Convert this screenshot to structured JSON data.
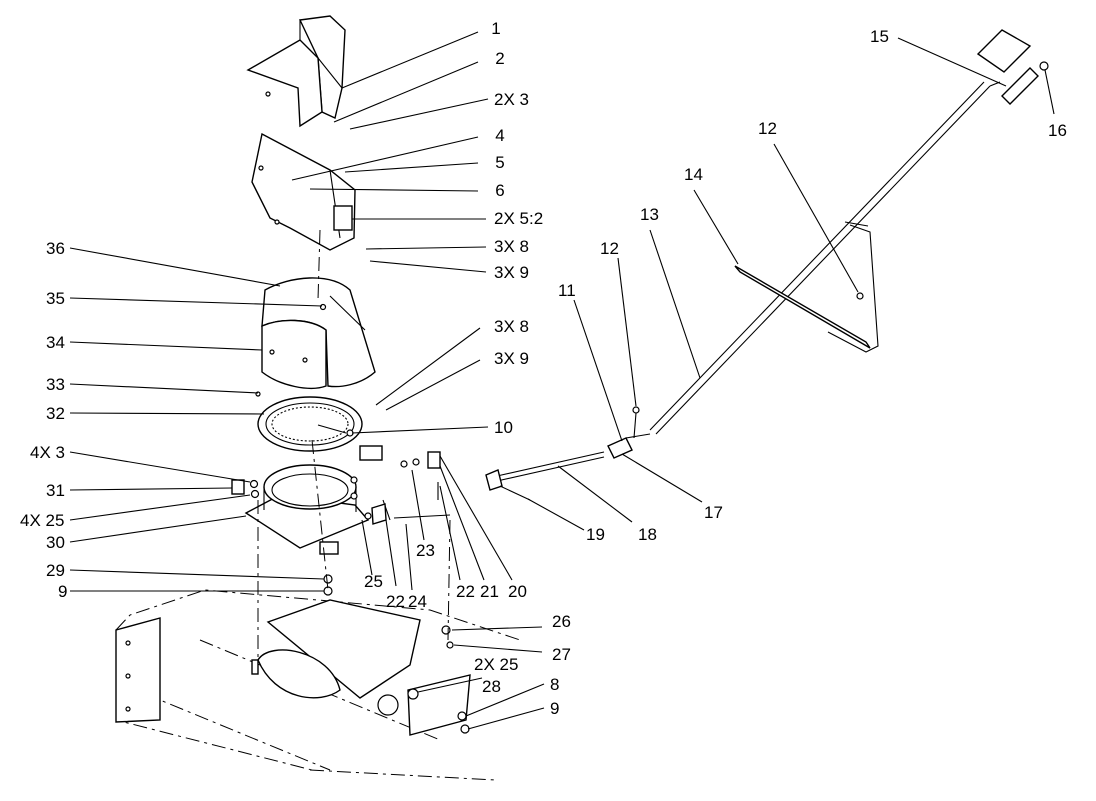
{
  "callouts": [
    {
      "id": "c1",
      "text": "1"
    },
    {
      "id": "c2",
      "text": "2"
    },
    {
      "id": "c3",
      "text": "2X 3"
    },
    {
      "id": "c4",
      "text": "4"
    },
    {
      "id": "c5",
      "text": "5"
    },
    {
      "id": "c6",
      "text": "6"
    },
    {
      "id": "c7",
      "text": "2X 5:2"
    },
    {
      "id": "c8",
      "text": "3X 8"
    },
    {
      "id": "c9",
      "text": "3X 9"
    },
    {
      "id": "c10",
      "text": "36"
    },
    {
      "id": "c11",
      "text": "35"
    },
    {
      "id": "c12",
      "text": "34"
    },
    {
      "id": "c13",
      "text": "3X 8"
    },
    {
      "id": "c14",
      "text": "3X 9"
    },
    {
      "id": "c15",
      "text": "33"
    },
    {
      "id": "c16",
      "text": "32"
    },
    {
      "id": "c17",
      "text": "10"
    },
    {
      "id": "c18",
      "text": "4X 3"
    },
    {
      "id": "c19",
      "text": "31"
    },
    {
      "id": "c20",
      "text": "4X 25"
    },
    {
      "id": "c21",
      "text": "30"
    },
    {
      "id": "c22",
      "text": "29"
    },
    {
      "id": "c23",
      "text": "9"
    },
    {
      "id": "c24",
      "text": "25"
    },
    {
      "id": "c25",
      "text": "22"
    },
    {
      "id": "c26",
      "text": "24"
    },
    {
      "id": "c27",
      "text": "23"
    },
    {
      "id": "c28",
      "text": "22"
    },
    {
      "id": "c29",
      "text": "21"
    },
    {
      "id": "c30",
      "text": "20"
    },
    {
      "id": "c31",
      "text": "19"
    },
    {
      "id": "c32",
      "text": "18"
    },
    {
      "id": "c33",
      "text": "17"
    },
    {
      "id": "c34",
      "text": "11"
    },
    {
      "id": "c35",
      "text": "12"
    },
    {
      "id": "c36",
      "text": "13"
    },
    {
      "id": "c37",
      "text": "14"
    },
    {
      "id": "c38",
      "text": "12"
    },
    {
      "id": "c39",
      "text": "15"
    },
    {
      "id": "c40",
      "text": "16"
    },
    {
      "id": "c41",
      "text": "26"
    },
    {
      "id": "c42",
      "text": "27"
    },
    {
      "id": "c43",
      "text": "2X 25"
    },
    {
      "id": "c44",
      "text": "28"
    },
    {
      "id": "c45",
      "text": "8"
    },
    {
      "id": "c46",
      "text": "9"
    }
  ]
}
